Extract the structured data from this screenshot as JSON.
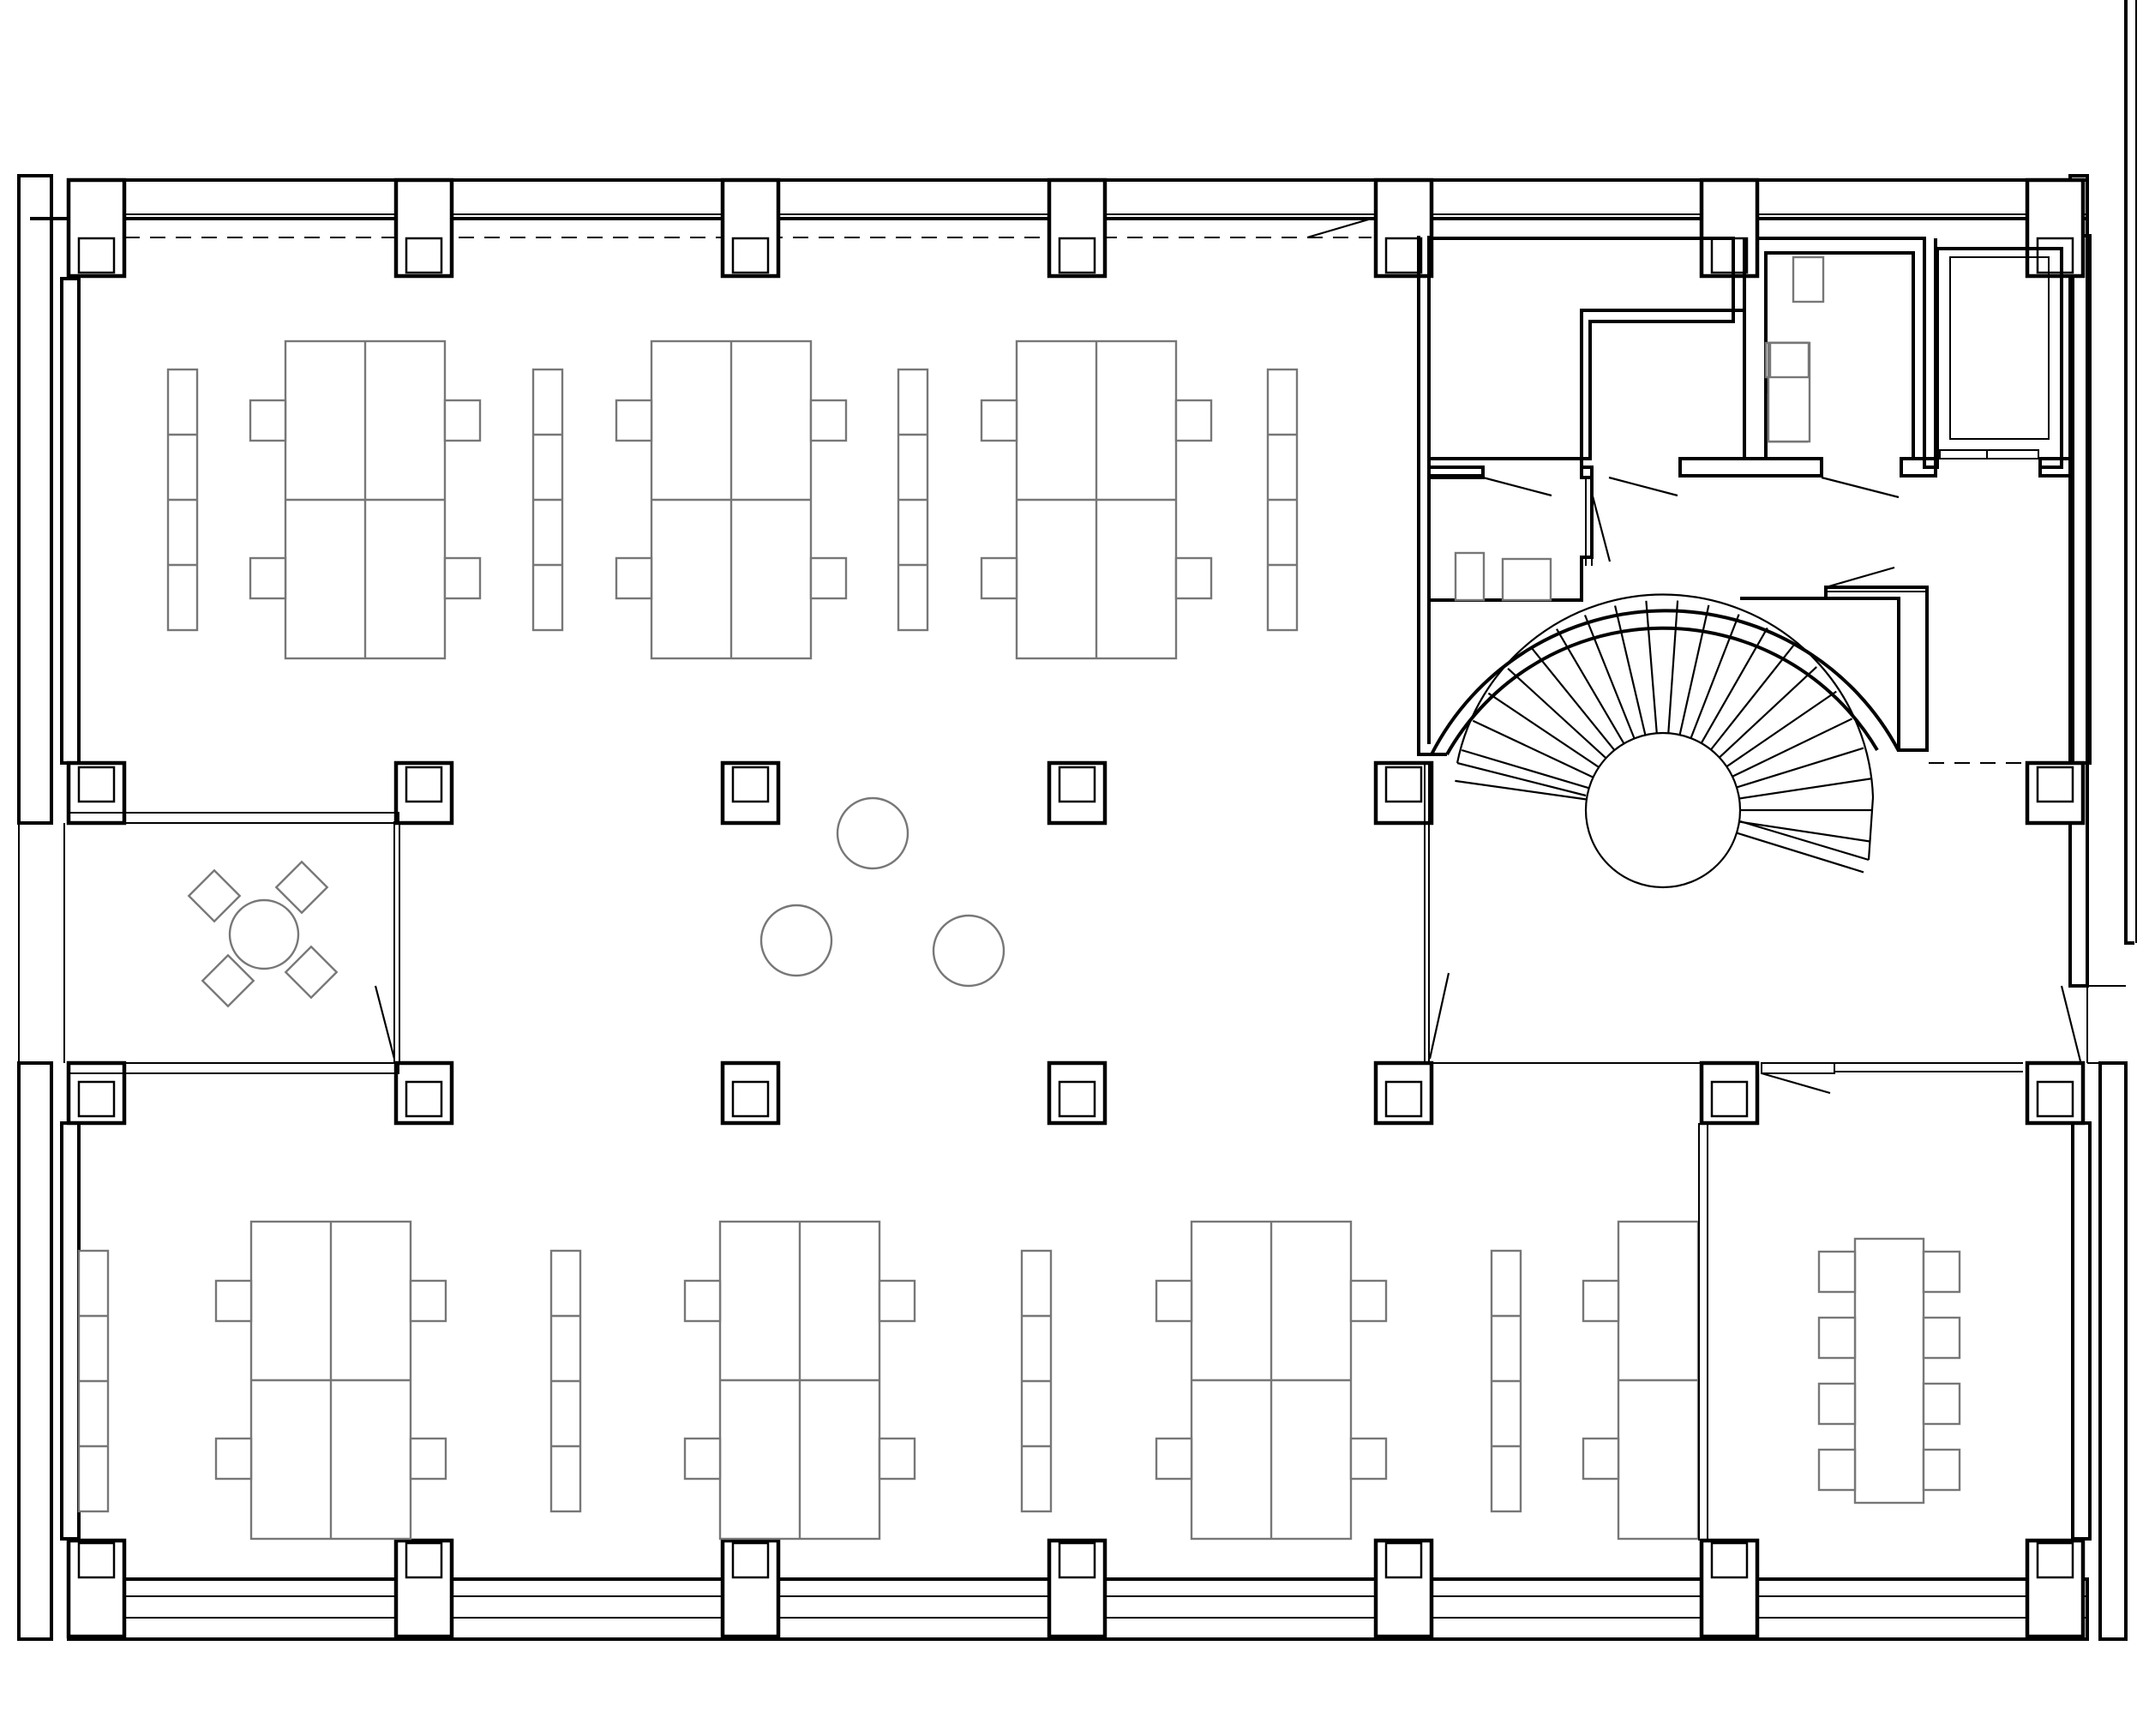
{
  "plan": {
    "background": "#ffffff",
    "line_color": "#000000",
    "furniture_color": "#777777",
    "rooms": [
      {
        "name": "open-office-north",
        "furniture": "desk-clusters"
      },
      {
        "name": "meeting-nook",
        "furniture": "round-table-four-chairs"
      },
      {
        "name": "lounge",
        "furniture": "three-round-stools"
      },
      {
        "name": "open-office-south",
        "furniture": "desk-clusters"
      },
      {
        "name": "conference-room",
        "furniture": "long-table-eight-chairs"
      },
      {
        "name": "service-core",
        "furniture": "spiral-stair"
      }
    ]
  }
}
